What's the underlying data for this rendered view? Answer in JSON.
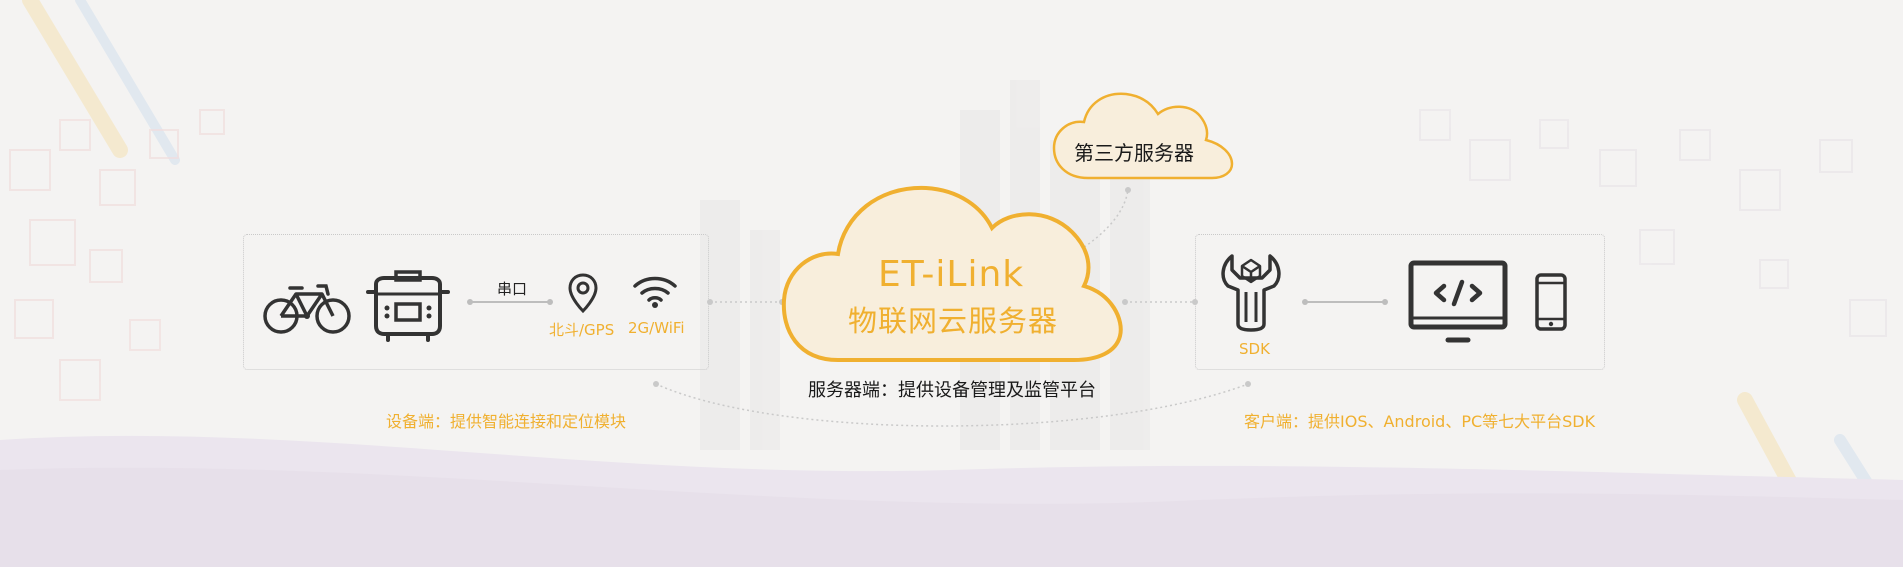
{
  "colors": {
    "accent": "#f0b030",
    "cloud_fill": "#f8eedc",
    "icon": "#333333",
    "background": "#f4f3f2",
    "bottom_wave": "#ebe5ee"
  },
  "device_side": {
    "icons": [
      "bicycle-icon",
      "rice-cooker-icon",
      "location-pin-icon",
      "wifi-icon"
    ],
    "serial_label": "串口",
    "gps_label": "北斗/GPS",
    "wifi_label": "2G/WiFi",
    "caption": "设备端：提供智能连接和定位模块"
  },
  "server": {
    "title": "ET-iLink",
    "subtitle": "物联网云服务器",
    "caption": "服务器端：提供设备管理及监管平台"
  },
  "third_party": {
    "label": "第三方服务器"
  },
  "client_side": {
    "icons": [
      "sdk-wrench-icon",
      "monitor-code-icon",
      "phone-icon"
    ],
    "sdk_label": "SDK",
    "caption": "客户端：提供IOS、Android、PC等七大平台SDK"
  }
}
